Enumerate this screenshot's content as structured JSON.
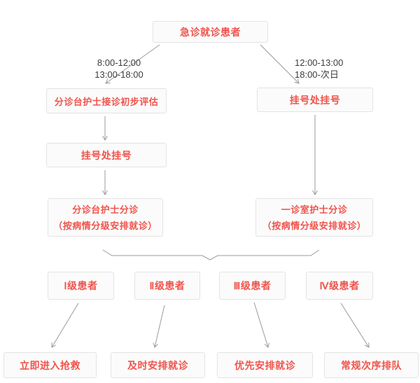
{
  "diagram": {
    "title": "急诊就诊患者",
    "schedule_left": {
      "line1": "8:00-12:00",
      "line2": "13:00-18:00"
    },
    "schedule_right": {
      "line1": "12:00-13:00",
      "line2": "18:00-次日"
    },
    "left_branch": {
      "step1": "分诊台护士接诊初步评估",
      "step2": "挂号处挂号",
      "step3_line1": "分诊台护士分诊",
      "step3_line2": "（按病情分级安排就诊）"
    },
    "right_branch": {
      "step1": "挂号处挂号",
      "step2_line1": "一诊室护士分诊",
      "step2_line2": "（按病情分级安排就诊）"
    },
    "levels": [
      {
        "label": "Ⅰ级患者",
        "action": "立即进入抢救"
      },
      {
        "label": "Ⅱ级患者",
        "action": "及时安排就诊"
      },
      {
        "label": "Ⅲ级患者",
        "action": "优先安排就诊"
      },
      {
        "label": "Ⅳ级患者",
        "action": "常规次序排队"
      }
    ]
  },
  "colors": {
    "node_text": "#f0544c",
    "node_background": "#fbfbfb",
    "node_border": "#e3e3e3",
    "schedule_text": "#3c3c3c",
    "connector": "#9b9b9b",
    "canvas_background": "#ffffff"
  }
}
